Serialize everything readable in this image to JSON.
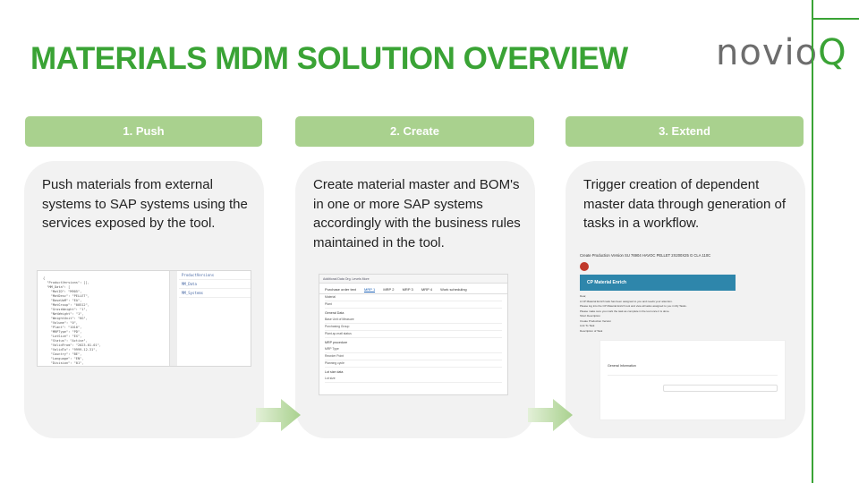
{
  "title": "MATERIALS MDM SOLUTION OVERVIEW",
  "logo": {
    "text": "novio",
    "mark": "Q"
  },
  "colors": {
    "accent": "#3aa335",
    "header_bg": "#a9d18e",
    "card_bg": "#f2f2f2"
  },
  "steps": [
    {
      "label": "1. Push",
      "text": "Push materials from external systems to SAP systems using the services exposed by the tool."
    },
    {
      "label": "2. Create",
      "text": "Create material master and BOM's in one or more SAP systems accordingly with the business rules maintained in the tool."
    },
    {
      "label": "3. Extend",
      "text": "Trigger creation of dependent master data through generation of tasks in a workflow."
    }
  ],
  "screens": {
    "push": {
      "side_items": [
        "ProductVersions",
        "MM_Data",
        "MM_Systems"
      ]
    },
    "create": {
      "toolbar": "Additional Data   Org. Levels   More",
      "tabs": [
        "Purchase order text",
        "MRP 1",
        "MRP 2",
        "MRP 3",
        "MRP 4",
        "Work scheduling"
      ],
      "sections": [
        "General Data",
        "MRP procedure",
        "Lot size data"
      ],
      "fields": [
        "Material",
        "Plant",
        "Base Unit of Measure",
        "Purchasing Group",
        "Plant-sp.matl status",
        "MRP Type",
        "Reorder Point",
        "Planning cycle",
        "Lot size"
      ]
    },
    "extend": {
      "title": "Create Production Version SU 76904 HAVOC PELLET 2X200X25 G CLA 110C",
      "banner": "CP Material Enrich",
      "lines": [
        "Dear,",
        "A CP Material Enrich task has been assigned to you and needs your attention.",
        "Please log into the CP Material Enrich tool and view all tasks assigned to you in My Tasks.",
        "Please make sure you mark the task as complete in the tool once it is done.",
        "Short Description",
        "Create Production Version",
        "Link To Task",
        "Description of Task"
      ],
      "sub_label": "General Information"
    }
  }
}
